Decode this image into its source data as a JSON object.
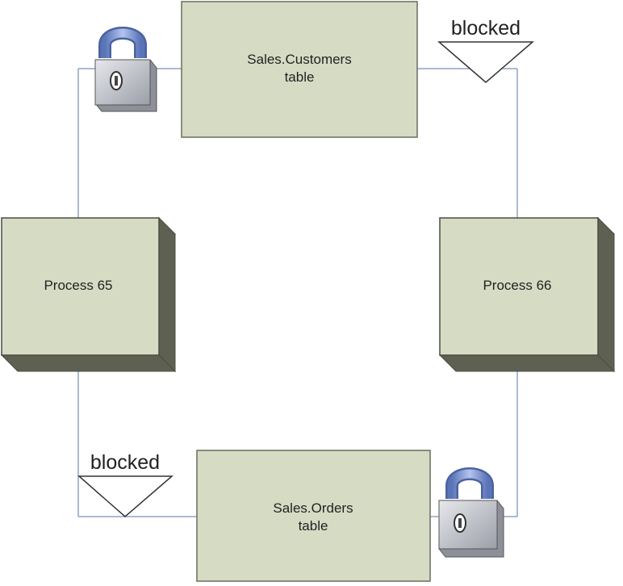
{
  "tables": {
    "customers": {
      "line1": "Sales.Customers",
      "line2": "table"
    },
    "orders": {
      "line1": "Sales.Orders",
      "line2": "table"
    }
  },
  "processes": {
    "p65": {
      "label": "Process 65"
    },
    "p66": {
      "label": "Process 66"
    }
  },
  "blocked_labels": {
    "top_right": "blocked",
    "bottom_left": "blocked"
  },
  "icons": {
    "top_lock": "padlock-icon",
    "bottom_lock": "padlock-icon"
  },
  "colors": {
    "box_fill": "#d6dcc4",
    "box_side": "#5e6152",
    "box_top": "#9ea18f",
    "connector": "#8fa3c2",
    "lock_body": "#c7c9cf",
    "lock_shackle": "#7f97cc"
  }
}
